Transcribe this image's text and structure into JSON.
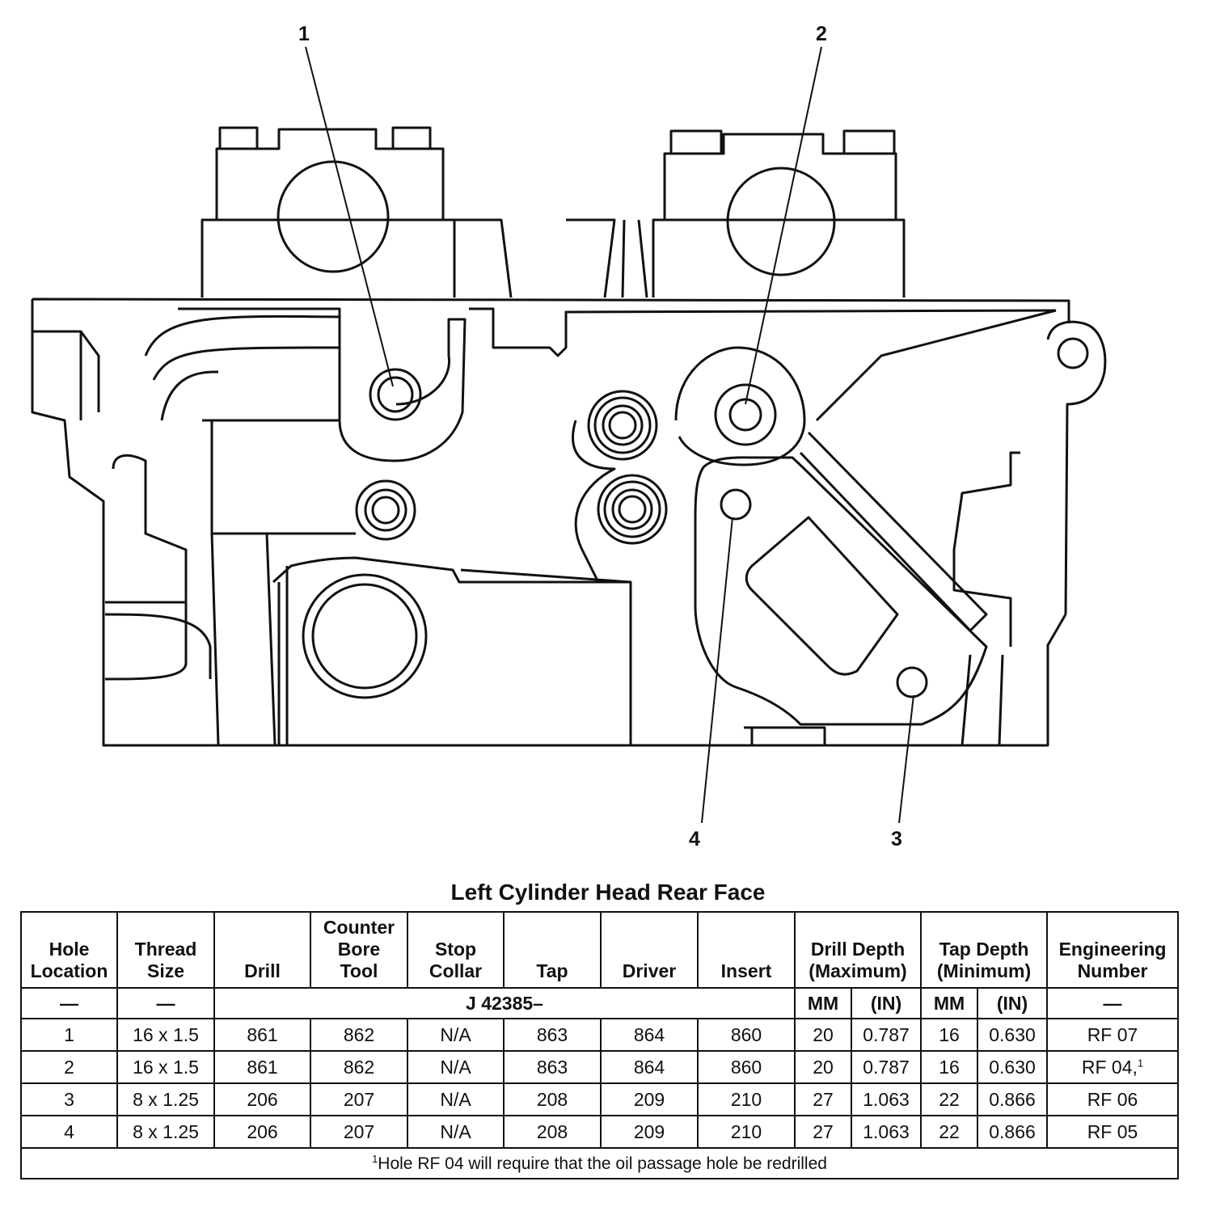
{
  "callouts": [
    "1",
    "2",
    "3",
    "4"
  ],
  "table": {
    "title": "Left Cylinder Head Rear Face",
    "headers": {
      "hole_location": [
        "Hole",
        "Location"
      ],
      "thread_size": [
        "Thread",
        "Size"
      ],
      "drill": "Drill",
      "counter_bore_tool": [
        "Counter",
        "Bore",
        "Tool"
      ],
      "stop_collar": [
        "Stop",
        "Collar"
      ],
      "tap": "Tap",
      "driver": "Driver",
      "insert": "Insert",
      "drill_depth": [
        "Drill Depth",
        "(Maximum)"
      ],
      "tap_depth": [
        "Tap Depth",
        "(Minimum)"
      ],
      "engineering_number": [
        "Engineering",
        "Number"
      ]
    },
    "units_row": {
      "hole_location": "—",
      "thread_size": "—",
      "tool_set": "J 42385–",
      "drill_mm": "MM",
      "drill_in": "(IN)",
      "tap_mm": "MM",
      "tap_in": "(IN)",
      "engineering": "—"
    },
    "rows": [
      {
        "hole": "1",
        "thread": "16 x 1.5",
        "drill": "861",
        "counter_bore": "862",
        "stop_collar": "N/A",
        "tap": "863",
        "driver": "864",
        "insert": "860",
        "drill_mm": "20",
        "drill_in": "0.787",
        "tap_mm": "16",
        "tap_in": "0.630",
        "eng": "RF 07"
      },
      {
        "hole": "2",
        "thread": "16 x 1.5",
        "drill": "861",
        "counter_bore": "862",
        "stop_collar": "N/A",
        "tap": "863",
        "driver": "864",
        "insert": "860",
        "drill_mm": "20",
        "drill_in": "0.787",
        "tap_mm": "16",
        "tap_in": "0.630",
        "eng": "RF 04,",
        "eng_note": "1"
      },
      {
        "hole": "3",
        "thread": "8 x 1.25",
        "drill": "206",
        "counter_bore": "207",
        "stop_collar": "N/A",
        "tap": "208",
        "driver": "209",
        "insert": "210",
        "drill_mm": "27",
        "drill_in": "1.063",
        "tap_mm": "22",
        "tap_in": "0.866",
        "eng": "RF 06"
      },
      {
        "hole": "4",
        "thread": "8 x 1.25",
        "drill": "206",
        "counter_bore": "207",
        "stop_collar": "N/A",
        "tap": "208",
        "driver": "209",
        "insert": "210",
        "drill_mm": "27",
        "drill_in": "1.063",
        "tap_mm": "22",
        "tap_in": "0.866",
        "eng": "RF 05"
      }
    ],
    "footnote": {
      "marker": "1",
      "text": "Hole RF 04 will require that the oil passage hole be redrilled"
    }
  }
}
